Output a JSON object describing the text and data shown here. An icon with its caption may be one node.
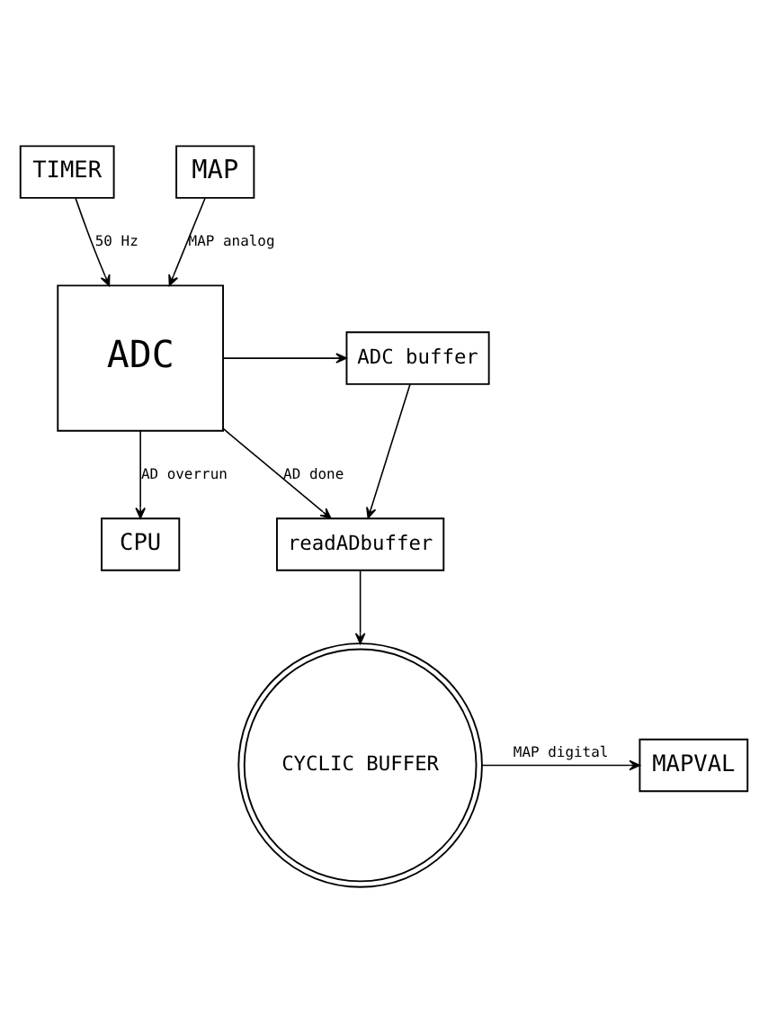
{
  "diagram": {
    "nodes": [
      {
        "text": [
          "TIMER"
        ]
      },
      {
        "text": [
          "MAP"
        ]
      },
      {
        "text": [
          "ADC"
        ]
      },
      {
        "text": [
          "ADC buffer"
        ]
      },
      {
        "text": [
          "readADbuffer"
        ]
      },
      {
        "text": [
          "CPU"
        ]
      },
      {
        "text": [
          "MAPVAL"
        ]
      },
      {
        "text": [
          "CYCLIC BUFFER"
        ]
      }
    ],
    "edges": [
      {
        "from": 0,
        "to": 2,
        "arrow": "to",
        "label": "50 Hz"
      },
      {
        "from": 1,
        "to": 2,
        "arrow": "to",
        "label": "MAP analog"
      },
      {
        "from": 2,
        "to": 3,
        "arrow": "to"
      },
      {
        "from": 2,
        "to": 4,
        "arrow": "to",
        "label": "AD done"
      },
      {
        "from": 3,
        "to": 4,
        "arrow": "to"
      },
      {
        "from": 2,
        "to": 5,
        "arrow": "to",
        "label": "AD overrun"
      },
      {
        "from": 4,
        "to": 7,
        "arrow": "to"
      },
      {
        "from": 7,
        "to": 6,
        "arrow": "to",
        "label": "MAP digital"
      }
    ]
  }
}
